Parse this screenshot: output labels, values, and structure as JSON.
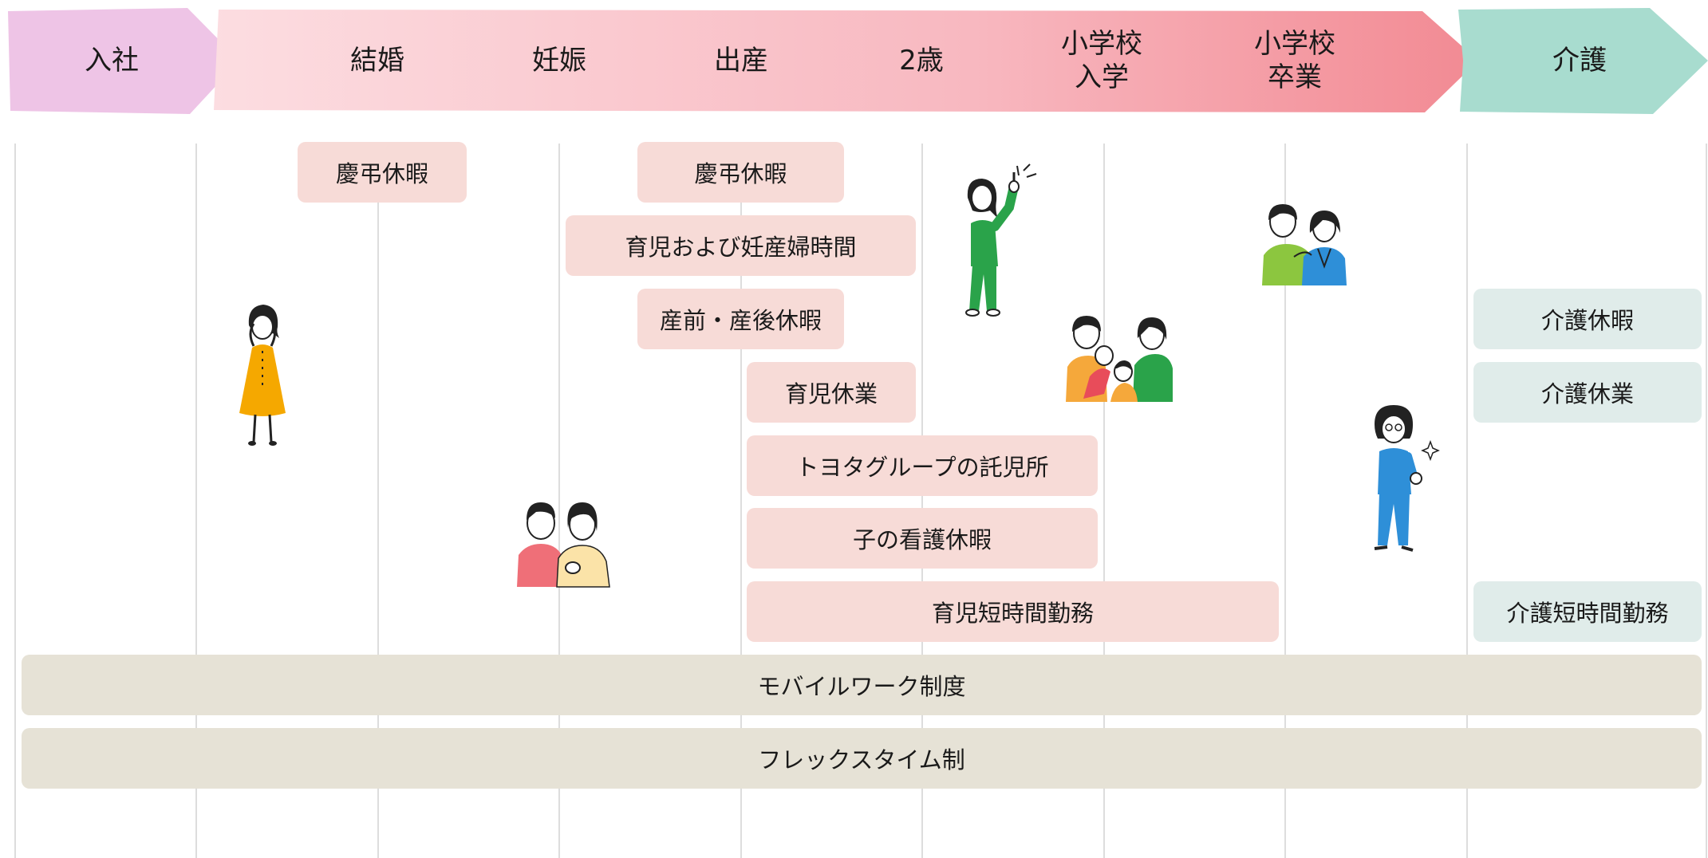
{
  "colors": {
    "purple_arrow": "#eec4e6",
    "pink_arrow_light": "#fcdde1",
    "pink_arrow_dark": "#f28a93",
    "teal_arrow": "#a8dccf",
    "pink_bar": "#f7dbd7",
    "teal_bar": "#e0ecea",
    "beige_bar": "#e6e2d6",
    "gridline": "#dddddd"
  },
  "stages": [
    {
      "label": "入社"
    },
    {
      "label": "結婚"
    },
    {
      "label": "妊娠"
    },
    {
      "label": "出産"
    },
    {
      "label": "2歳"
    },
    {
      "label": "小学校\n入学"
    },
    {
      "label": "小学校\n卒業"
    },
    {
      "label": "介護"
    }
  ],
  "bars": [
    {
      "label": "慶弔休暇",
      "color": "pink"
    },
    {
      "label": "慶弔休暇",
      "color": "pink"
    },
    {
      "label": "育児および妊産婦時間",
      "color": "pink"
    },
    {
      "label": "産前・産後休暇",
      "color": "pink"
    },
    {
      "label": "育児休業",
      "color": "pink"
    },
    {
      "label": "トヨタグループの託児所",
      "color": "pink"
    },
    {
      "label": "子の看護休暇",
      "color": "pink"
    },
    {
      "label": "育児短時間勤務",
      "color": "pink"
    },
    {
      "label": "介護休暇",
      "color": "teal"
    },
    {
      "label": "介護休業",
      "color": "teal"
    },
    {
      "label": "介護短時間勤務",
      "color": "teal"
    },
    {
      "label": "モバイルワーク制度",
      "color": "beige"
    },
    {
      "label": "フレックスタイム制",
      "color": "beige"
    }
  ],
  "figures": [
    {
      "icon": "woman-yellow-dress-icon"
    },
    {
      "icon": "couple-icon"
    },
    {
      "icon": "woman-green-pointing-icon"
    },
    {
      "icon": "family-with-children-icon"
    },
    {
      "icon": "parent-and-student-icon"
    },
    {
      "icon": "woman-blue-thumbsup-icon"
    }
  ]
}
